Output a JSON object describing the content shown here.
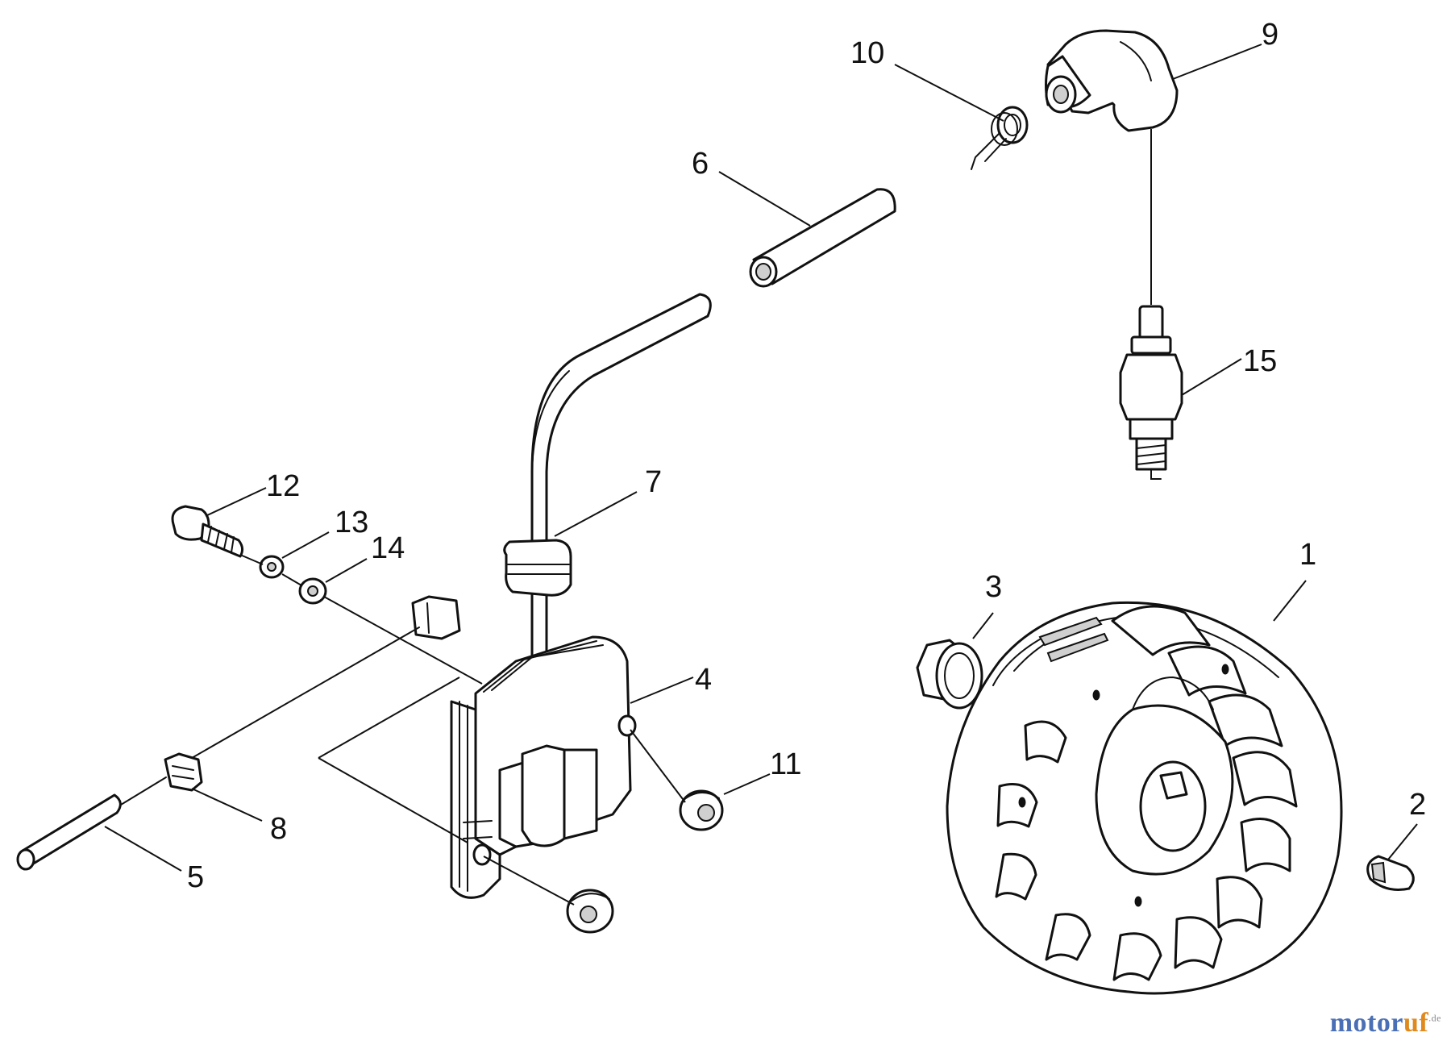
{
  "diagram": {
    "callouts": [
      "1",
      "2",
      "3",
      "4",
      "5",
      "6",
      "7",
      "8",
      "9",
      "10",
      "11",
      "12",
      "13",
      "14",
      "15"
    ]
  },
  "watermark": {
    "part1": "motor",
    "part2": "uf",
    "suffix": ".de"
  },
  "colors": {
    "line": "#111111",
    "watermark_blue": "#4a6fb5",
    "watermark_orange": "#e08a1e"
  }
}
